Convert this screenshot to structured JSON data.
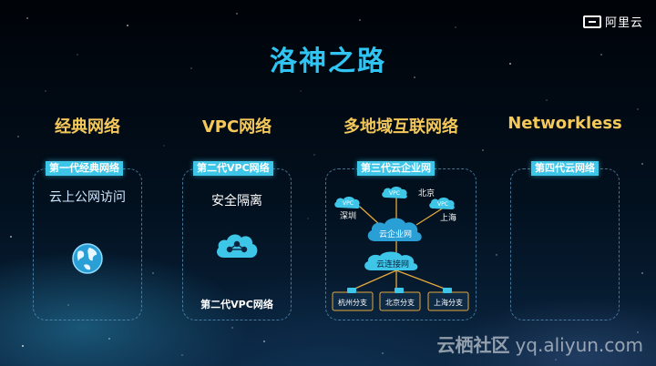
{
  "logo": {
    "text": "阿里云",
    "icon": "aliyun-logo-icon"
  },
  "title": "洛神之路",
  "columns": [
    {
      "heading": "经典网络",
      "generation": "第一代经典网络",
      "feature": "云上公网访问",
      "icon": "globe-icon"
    },
    {
      "heading": "VPC网络",
      "generation": "第二代VPC网络",
      "feature": "安全隔离",
      "footer": "第二代VPC网络",
      "icon": "cloud-network-icon"
    },
    {
      "heading": "多地域互联网络",
      "generation": "第三代云企业网"
    },
    {
      "heading": "Networkless",
      "generation": "第四代云网络"
    }
  ],
  "diagram": {
    "vpc_label": "VPC",
    "regions": [
      "北京",
      "深圳",
      "上海"
    ],
    "enterprise_net": "云企业网",
    "connect_net": "云连接网",
    "branches": [
      "杭州分支",
      "北京分支",
      "上海分支"
    ]
  },
  "watermark": {
    "cn": "云栖社区",
    "url": "yq.aliyun.com"
  },
  "colors": {
    "title": "#2fc4f2",
    "heading": "#f5c85a",
    "label_bg": "#3ec6e8",
    "line": "#e4a83c"
  }
}
